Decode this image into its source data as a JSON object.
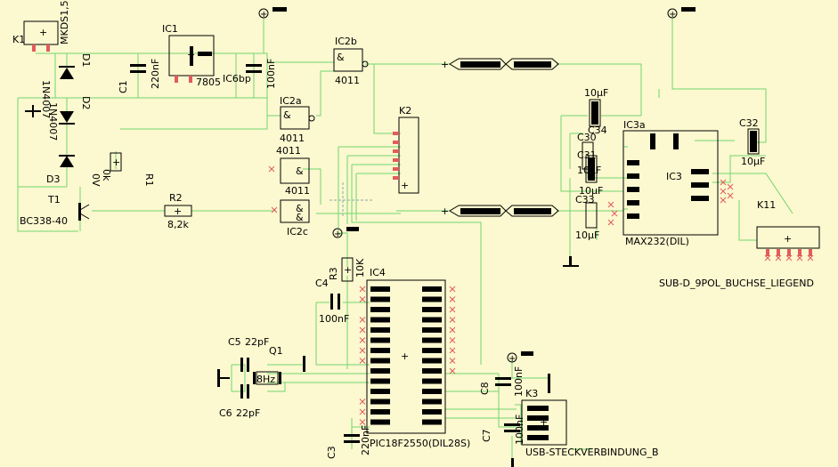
{
  "labels": {
    "K1": "K1",
    "MKDS": "MKDS1,5",
    "IC1": "IC1",
    "IC1_type": "7805",
    "C1": "C1",
    "C1_val": "220nF",
    "C2": "IC6bp",
    "C2_val": "100nF",
    "D1_type": "1N4007",
    "D1": "D1",
    "D2_type": "1N4007",
    "D2": "D2",
    "D3": "D3",
    "R1": "R1",
    "R1_val": "0V",
    "R1_val2": "0k",
    "T1": "T1",
    "T1_type": "BC338-40",
    "R2": "R2",
    "R2_val": "8,2k",
    "IC2a": "IC2a",
    "IC2a_type": "4011",
    "IC2b": "IC2b",
    "IC2b_type": "4011",
    "IC2c": "IC2c",
    "IC2d_type": "4011",
    "IC2d_type2": "4011",
    "K2": "K2",
    "IC3a": "IC3a",
    "IC3": "IC3",
    "IC3_type": "MAX232(DIL)",
    "C34_val": "10µF",
    "C34": "C34",
    "C30": "C30",
    "C31": "C31",
    "C31_val": "10µF",
    "C33": "C33",
    "C33_val": "10µF",
    "C32": "C32",
    "C32_val": "10µF",
    "C30_val": "10µF",
    "K11": "K11",
    "SUBD": "SUB-D_9POL_BUCHSE_LIEGEND",
    "R3": "R3",
    "R3_val": "10K",
    "C4": "C4",
    "C4_val": "100nF",
    "IC4": "IC4",
    "IC4_type": "PIC18F2550(DIL28S)",
    "C5": "C5",
    "C5_val": "22pF",
    "C6": "C6",
    "C6_val": "22pF",
    "Q1": "Q1",
    "Q1_val": "8Hz",
    "C3": "C3",
    "C3_val": "220nF",
    "C7": "C7",
    "C7_val": "100nF",
    "C8": "C8",
    "C8_val": "100nF",
    "K3": "K3",
    "USB": "USB-STECKVERBINDUNG_B",
    "amp": "&"
  }
}
